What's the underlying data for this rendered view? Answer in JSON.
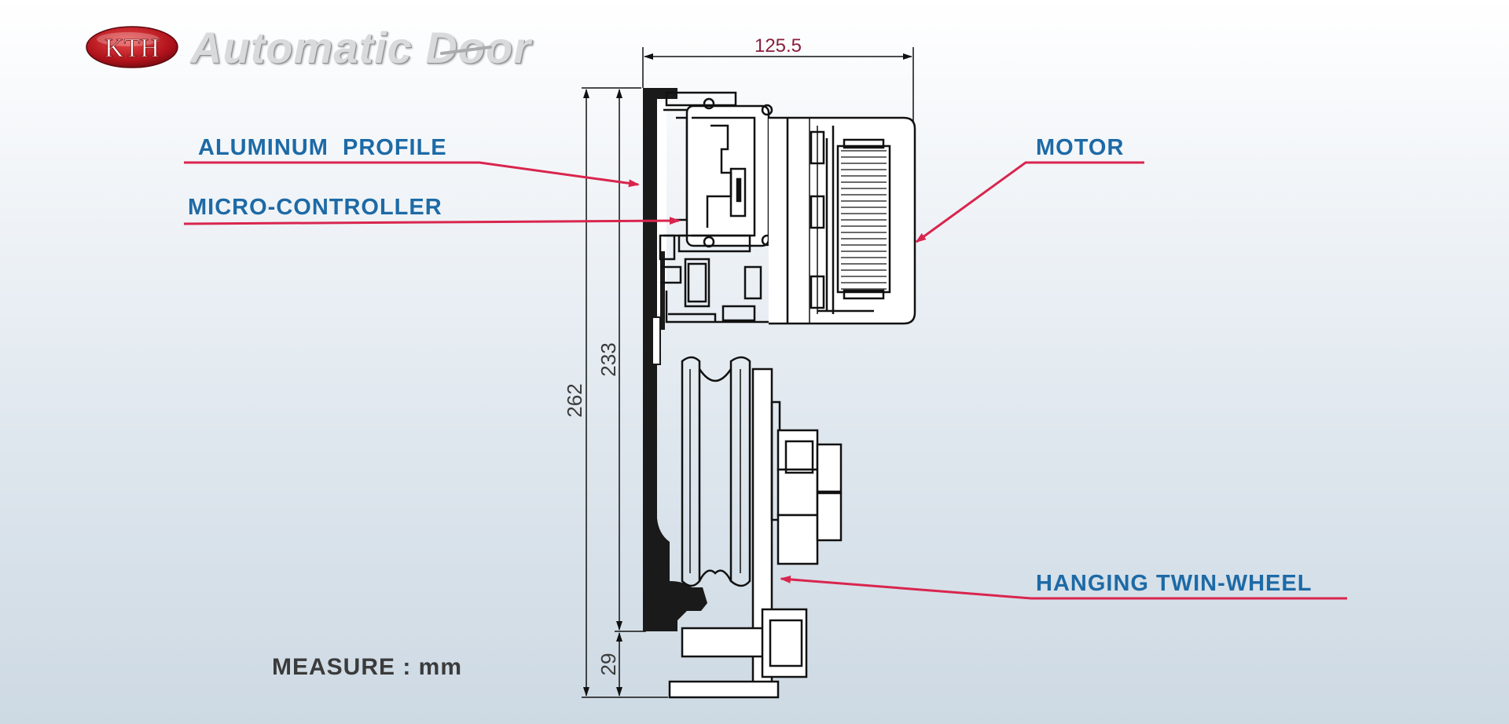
{
  "logo": {
    "badge_text": "KTH",
    "product_text": "Automatic Door"
  },
  "labels": {
    "aluminum_profile": "ALUMINUM  PROFILE",
    "micro_controller": "MICRO-CONTROLLER",
    "motor": "MOTOR",
    "hanging_twin_wheel": "HANGING TWIN-WHEEL"
  },
  "dimensions": {
    "width": "125.5",
    "total_height": "262",
    "upper_height": "233",
    "lower_height": "29"
  },
  "measure_note": "MEASURE : mm",
  "colors": {
    "label_text": "#1d6aa6",
    "leader_line": "#d9254e",
    "dimension_text": "#8a1f3c",
    "badge": "#b0121b"
  }
}
